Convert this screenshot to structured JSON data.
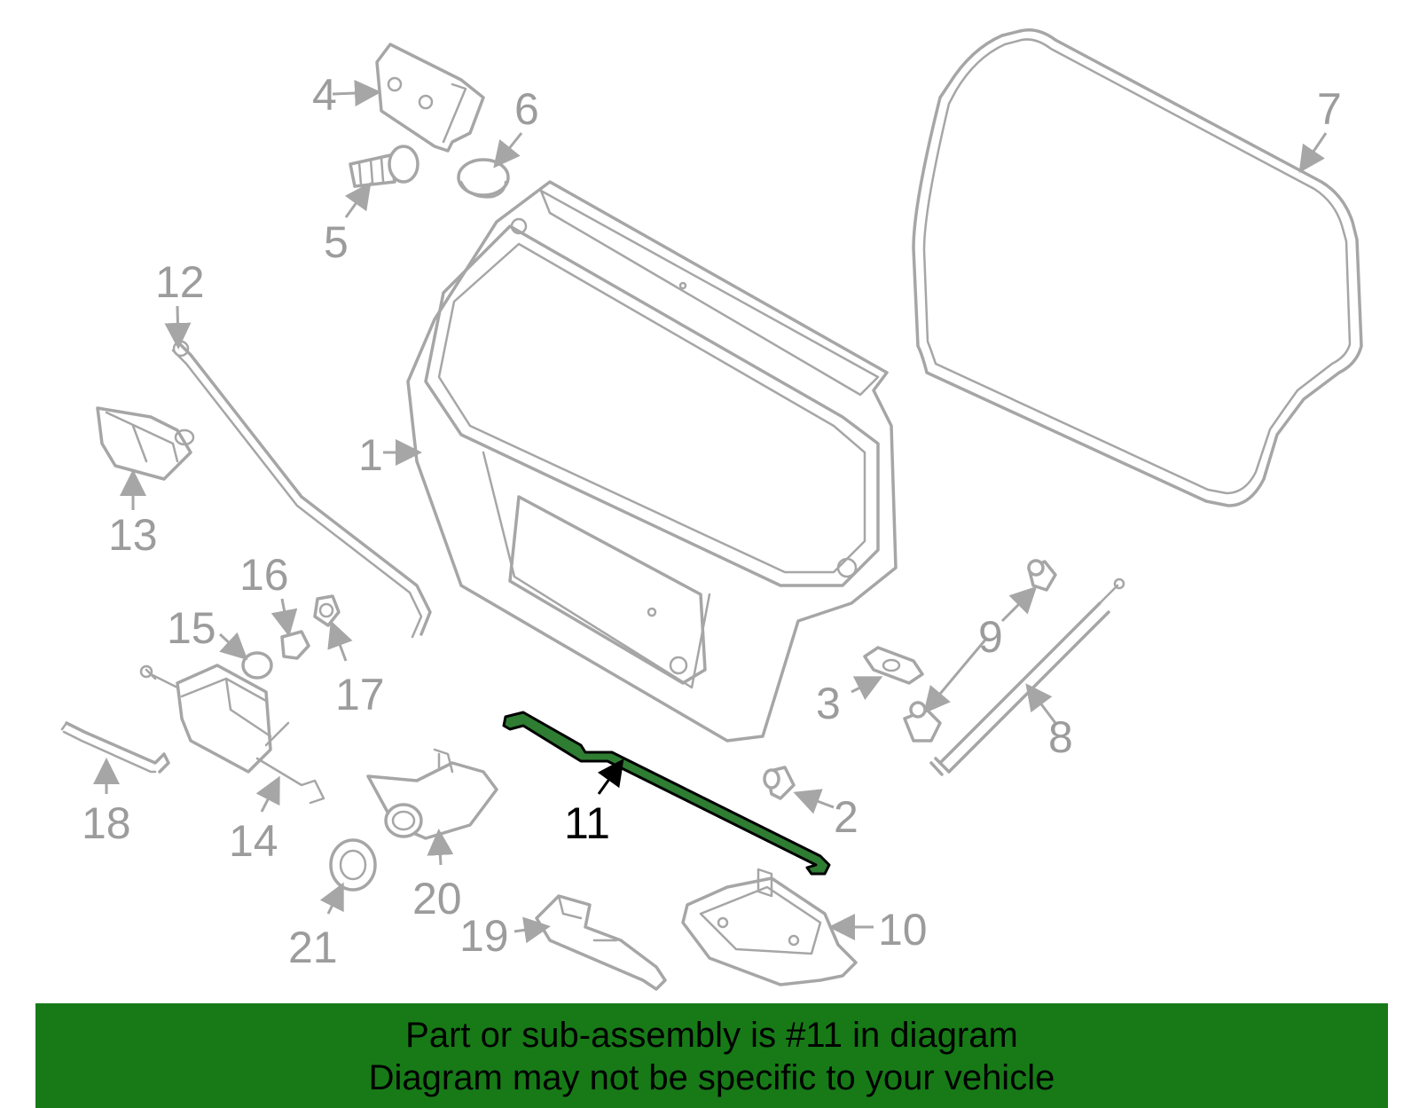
{
  "callouts": {
    "c1": "1",
    "c2": "2",
    "c3": "3",
    "c4": "4",
    "c5": "5",
    "c6": "6",
    "c7": "7",
    "c8": "8",
    "c9": "9",
    "c10": "10",
    "c11": "11",
    "c12": "12",
    "c13": "13",
    "c14": "14",
    "c15": "15",
    "c16": "16",
    "c17": "17",
    "c18": "18",
    "c19": "19",
    "c20": "20",
    "c21": "21"
  },
  "highlight": {
    "part_number": "11",
    "color": "#2e7d32"
  },
  "banner": {
    "line1": "Part or sub-assembly is #11 in diagram",
    "line2": "Diagram may not be specific to your vehicle",
    "background": "#177a17"
  }
}
